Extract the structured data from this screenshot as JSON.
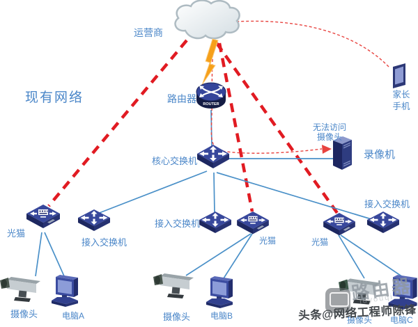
{
  "region_label": "现有网络",
  "nodes": {
    "isp": "运营商",
    "router": "路由器",
    "router_badge": "ROUTER",
    "core_switch": "核心交换机",
    "access_switch_left": "接入交换机",
    "access_switch_mid": "接入交换机",
    "access_switch_right": "接入交换机",
    "modem_left": "光猫",
    "modem_mid": "光猫",
    "modem_right": "光猫",
    "camera_left": "摄像头",
    "camera_mid": "摄像头",
    "camera_right": "摄像头",
    "pc_a": "电脑A",
    "pc_b": "电脑B",
    "pc_c": "电脑C",
    "recorder": "录像机",
    "parent_phone_line1": "家长",
    "parent_phone_line2": "手机",
    "error_note_line1": "无法访问",
    "error_note_line2": "摄像头"
  },
  "watermark": {
    "byline": "头条@网络工程师陈锋",
    "big_text": "路由器",
    "sub_text": "luyouqi",
    "logo_dots": "..."
  },
  "colors": {
    "label_blue": "#4a86c8",
    "line_blue": "#4a90c8",
    "alert_red": "#e11b22",
    "thin_red": "#e8433f",
    "icon_navy": "#2e3a7e",
    "lightning_orange": "#f6a01a",
    "camera_grey": "#c2c9cd"
  }
}
